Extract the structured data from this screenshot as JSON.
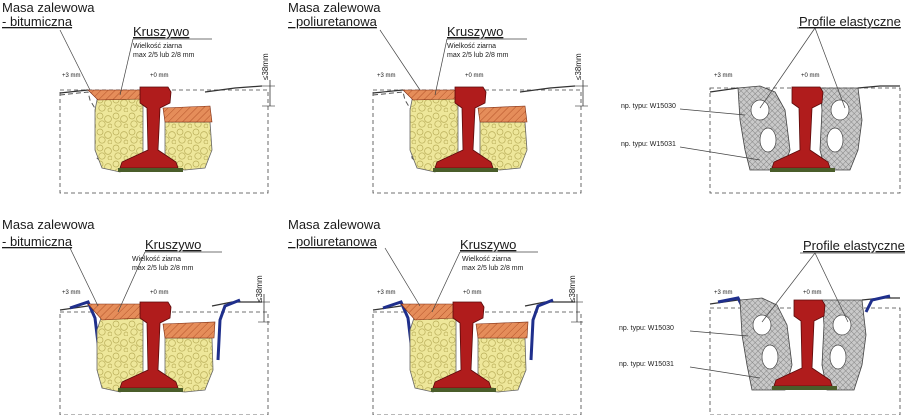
{
  "colors": {
    "rail": "#b01c1c",
    "aggregate": "#eee79a",
    "bitumen": "#e58d5a",
    "polyurethane": "#e58d5a",
    "profile": "#a3a3a3",
    "edge_strip": "#1f2f8c",
    "line": "#333333"
  },
  "panels": [
    {
      "fill_label_1": "Masa zalewowa",
      "fill_label_2": "- bitumiczna",
      "aggregate_label": "Kruszywo",
      "grain_1": "Wielkość ziarna",
      "grain_2": "max 2/5 lub 2/8 mm",
      "level_left": "+3 mm",
      "level_rail": "+0 mm",
      "depth": "≤38mm"
    },
    {
      "fill_label_1": "Masa zalewowa",
      "fill_label_2": "- poliuretanowa",
      "aggregate_label": "Kruszywo",
      "grain_1": "Wielkość ziarna",
      "grain_2": "max 2/5 lub 2/8 mm",
      "level_left": "+3 mm",
      "level_rail": "+0 mm",
      "depth": "≤38mm"
    },
    {
      "profile_label": "Profile elastyczne",
      "type_1": "np. typu: W15030",
      "type_2": "np. typu: W15031",
      "level_left": "+3 mm",
      "level_rail": "+0 mm"
    },
    {
      "fill_label_1": "Masa zalewowa",
      "fill_label_2": "- bitumiczna",
      "aggregate_label": "Kruszywo",
      "grain_1": "Wielkość ziarna",
      "grain_2": "max 2/5 lub 2/8 mm",
      "level_left": "+3 mm",
      "level_rail": "+0 mm",
      "depth": "≤38mm"
    },
    {
      "fill_label_1": "Masa zalewowa",
      "fill_label_2": "- poliuretanowa",
      "aggregate_label": "Kruszywo",
      "grain_1": "Wielkość ziarna",
      "grain_2": "max 2/5 lub 2/8 mm",
      "level_left": "+3 mm",
      "level_rail": "+0 mm",
      "depth": "≤38mm"
    },
    {
      "profile_label": "Profile elastyczne",
      "type_1": "np. typu: W15030",
      "type_2": "np. typu: W15031",
      "level_left": "+3 mm",
      "level_rail": "+0 mm"
    }
  ]
}
